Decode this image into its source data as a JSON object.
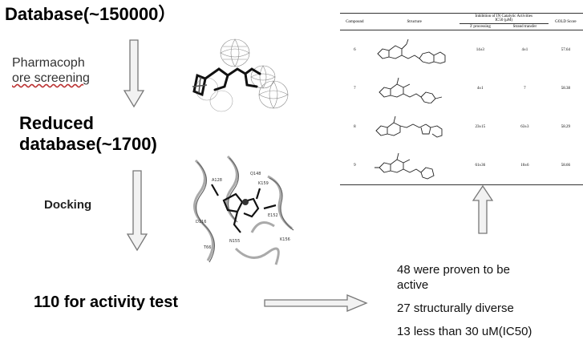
{
  "steps": {
    "database": "Database(~150000）",
    "pharmacophore_line1": "Pharmacoph",
    "pharmacophore_line2": "ore screening",
    "reduced_line1": "Reduced",
    "reduced_line2": "database(~1700)",
    "docking": "Docking",
    "activity_test": "110 for activity test"
  },
  "results": {
    "line1": "48 were proven to be",
    "line2": "active",
    "line3": "27 structurally diverse",
    "line4": "13 less than 30 uM(IC50)"
  },
  "table": {
    "headers": {
      "compound": "Compound",
      "structure": "Structure",
      "inhibition": "Inhibition of IN Catalytic Activities",
      "ic50": "IC50 (μM)",
      "processing": "3' processing",
      "strand": "Strand transfer",
      "gold": "GOLD Score"
    },
    "rows": [
      {
        "compound": "6",
        "processing": "14±3",
        "strand": "4±1",
        "gold": "57.64"
      },
      {
        "compound": "7",
        "processing": "4±1",
        "strand": "7",
        "gold": "58.38"
      },
      {
        "compound": "8",
        "processing": "23±15",
        "strand": "63±3",
        "gold": "58.29"
      },
      {
        "compound": "9",
        "processing": "61±36",
        "strand": "10±6",
        "gold": "58.66"
      }
    ]
  },
  "colors": {
    "arrow_fill": "#f2f2f2",
    "arrow_stroke": "#777777",
    "text": "#000000",
    "underline": "#b33333"
  },
  "icons": {
    "pharmacophore_model": "pharmacophore-model-icon",
    "docking_model": "docking-model-icon",
    "molecule": "molecule-structure-icon"
  }
}
